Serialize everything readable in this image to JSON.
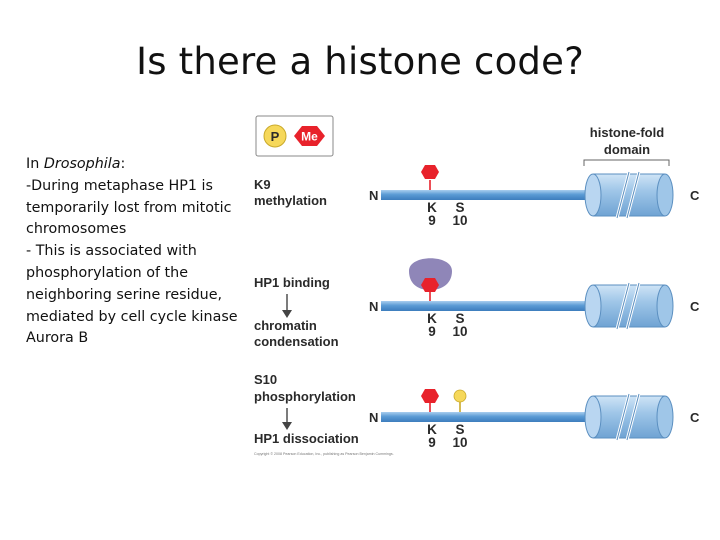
{
  "slide": {
    "title": "Is there a histone code?",
    "body": {
      "line1_prefix": "In ",
      "line1_italic": "Drosophila",
      "line1_suffix": ":",
      "lines": [
        "-During metaphase HP1 is",
        "temporarily lost from mitotic",
        "chromosomes",
        "- This is associated with",
        "phosphorylation of the",
        "neighboring serine residue,",
        "mediated by cell cycle kinase",
        "Aurora B"
      ]
    }
  },
  "figure": {
    "legend": {
      "phosphate": "P",
      "methyl": "Me"
    },
    "domain_label_1": "histone-fold",
    "domain_label_2": "domain",
    "rows": [
      {
        "label_lines": [
          "K9",
          "methylation"
        ],
        "n_end": "N",
        "c_end": "C",
        "residue_k": "K",
        "residue_k_num": "9",
        "residue_s": "S",
        "residue_s_num": "10",
        "methyl_k9": true,
        "phospho_s10": false,
        "hp1_bound": false
      },
      {
        "label_lines": [
          "HP1 binding"
        ],
        "label_lines_after": [
          "chromatin",
          "condensation"
        ],
        "n_end": "N",
        "c_end": "C",
        "residue_k": "K",
        "residue_k_num": "9",
        "residue_s": "S",
        "residue_s_num": "10",
        "methyl_k9": true,
        "phospho_s10": false,
        "hp1_bound": true
      },
      {
        "label_lines": [
          "S10",
          "phosphorylation"
        ],
        "label_lines_after": [
          "HP1 dissociation"
        ],
        "n_end": "N",
        "c_end": "C",
        "residue_k": "K",
        "residue_k_num": "9",
        "residue_s": "S",
        "residue_s_num": "10",
        "methyl_k9": true,
        "phospho_s10": true,
        "hp1_bound": false
      }
    ],
    "copyright": "Copyright © 2008 Pearson Education, Inc., publishing as Pearson Benjamin Cummings.",
    "colors": {
      "tail": "#5b9bd5",
      "methyl": "#e8222b",
      "phospho": "#f6d85a",
      "hp1": "#8f86b8",
      "domain": "#9fc6e8"
    }
  }
}
